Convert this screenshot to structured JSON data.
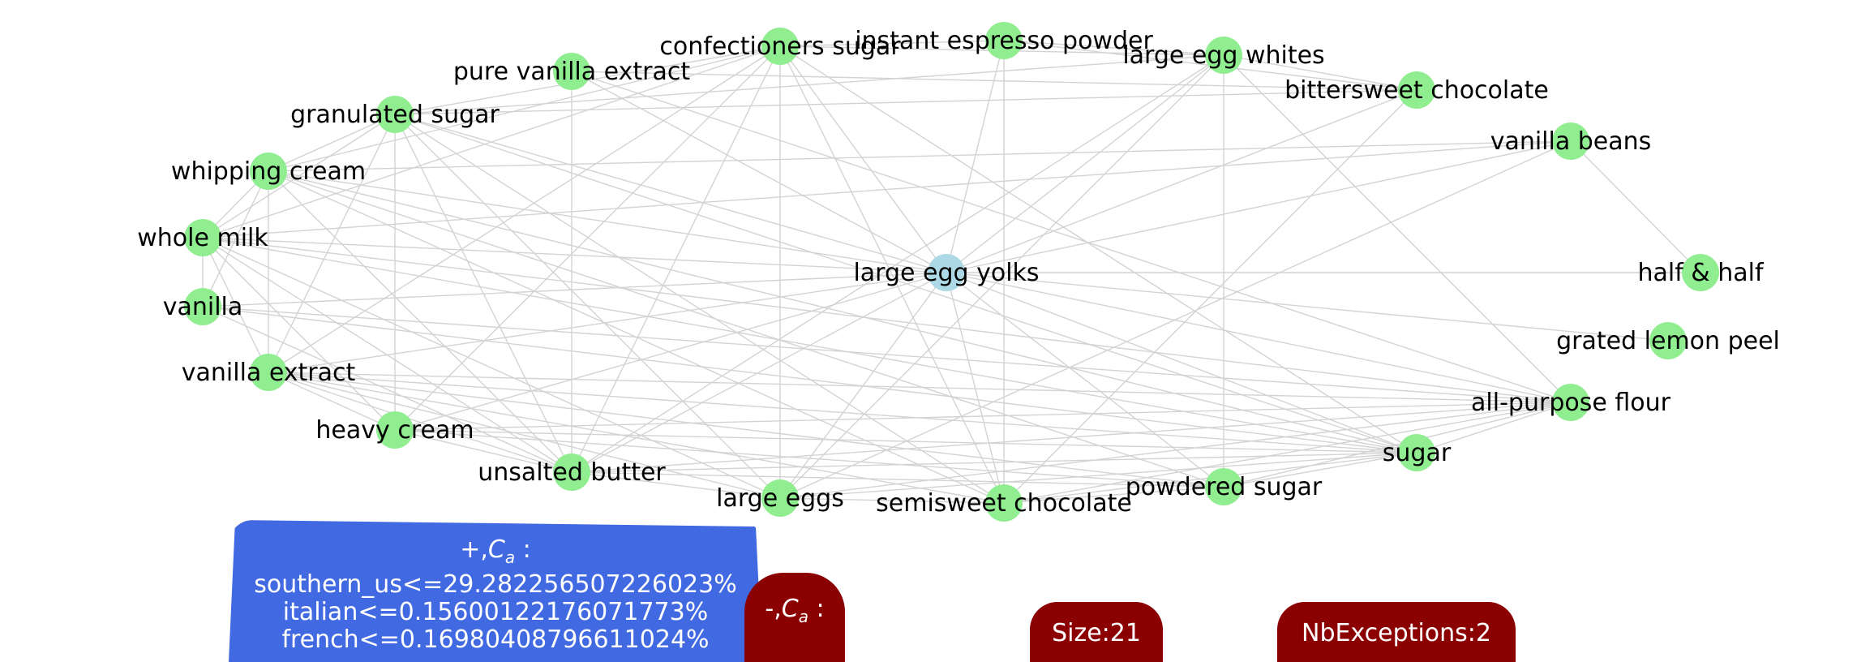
{
  "graph": {
    "colors": {
      "center_node": "#add8e6",
      "node": "#90ee90",
      "edge": "#d3d3d3"
    },
    "nodes": [
      {
        "id": "large egg yolks",
        "label": "large egg yolks",
        "center": true
      },
      {
        "id": "confectioners sugar",
        "label": "confectioners sugar"
      },
      {
        "id": "instant espresso powder",
        "label": "instant espresso powder"
      },
      {
        "id": "large egg whites",
        "label": "large egg whites"
      },
      {
        "id": "pure vanilla extract",
        "label": "pure vanilla extract"
      },
      {
        "id": "bittersweet chocolate",
        "label": "bittersweet chocolate"
      },
      {
        "id": "granulated sugar",
        "label": "granulated sugar"
      },
      {
        "id": "vanilla beans",
        "label": "vanilla beans"
      },
      {
        "id": "whipping cream",
        "label": "whipping cream"
      },
      {
        "id": "whole milk",
        "label": "whole milk"
      },
      {
        "id": "half & half",
        "label": "half & half"
      },
      {
        "id": "vanilla",
        "label": "vanilla"
      },
      {
        "id": "grated lemon peel",
        "label": "grated lemon peel"
      },
      {
        "id": "vanilla extract",
        "label": "vanilla extract"
      },
      {
        "id": "all-purpose flour",
        "label": "all-purpose flour"
      },
      {
        "id": "heavy cream",
        "label": "heavy cream"
      },
      {
        "id": "sugar",
        "label": "sugar"
      },
      {
        "id": "unsalted butter",
        "label": "unsalted butter"
      },
      {
        "id": "large eggs",
        "label": "large eggs"
      },
      {
        "id": "semisweet chocolate",
        "label": "semisweet chocolate"
      },
      {
        "id": "powdered sugar",
        "label": "powdered sugar"
      }
    ],
    "edges": [
      [
        "large egg yolks",
        "confectioners sugar"
      ],
      [
        "large egg yolks",
        "instant espresso powder"
      ],
      [
        "large egg yolks",
        "large egg whites"
      ],
      [
        "large egg yolks",
        "pure vanilla extract"
      ],
      [
        "large egg yolks",
        "bittersweet chocolate"
      ],
      [
        "large egg yolks",
        "granulated sugar"
      ],
      [
        "large egg yolks",
        "vanilla beans"
      ],
      [
        "large egg yolks",
        "whipping cream"
      ],
      [
        "large egg yolks",
        "whole milk"
      ],
      [
        "large egg yolks",
        "half & half"
      ],
      [
        "large egg yolks",
        "vanilla"
      ],
      [
        "large egg yolks",
        "grated lemon peel"
      ],
      [
        "large egg yolks",
        "vanilla extract"
      ],
      [
        "large egg yolks",
        "all-purpose flour"
      ],
      [
        "large egg yolks",
        "heavy cream"
      ],
      [
        "large egg yolks",
        "sugar"
      ],
      [
        "large egg yolks",
        "unsalted butter"
      ],
      [
        "large egg yolks",
        "large eggs"
      ],
      [
        "large egg yolks",
        "semisweet chocolate"
      ],
      [
        "large egg yolks",
        "powdered sugar"
      ],
      [
        "confectioners sugar",
        "instant espresso powder"
      ],
      [
        "confectioners sugar",
        "large egg whites"
      ],
      [
        "confectioners sugar",
        "granulated sugar"
      ],
      [
        "confectioners sugar",
        "whipping cream"
      ],
      [
        "confectioners sugar",
        "large eggs"
      ],
      [
        "confectioners sugar",
        "unsalted butter"
      ],
      [
        "confectioners sugar",
        "semisweet chocolate"
      ],
      [
        "confectioners sugar",
        "vanilla extract"
      ],
      [
        "confectioners sugar",
        "heavy cream"
      ],
      [
        "confectioners sugar",
        "sugar"
      ],
      [
        "confectioners sugar",
        "whole milk"
      ],
      [
        "instant espresso powder",
        "bittersweet chocolate"
      ],
      [
        "instant espresso powder",
        "semisweet chocolate"
      ],
      [
        "instant espresso powder",
        "large egg whites"
      ],
      [
        "large egg whites",
        "granulated sugar"
      ],
      [
        "large egg whites",
        "powdered sugar"
      ],
      [
        "large egg whites",
        "all-purpose flour"
      ],
      [
        "large egg whites",
        "large eggs"
      ],
      [
        "large egg whites",
        "unsalted butter"
      ],
      [
        "pure vanilla extract",
        "bittersweet chocolate"
      ],
      [
        "pure vanilla extract",
        "unsalted butter"
      ],
      [
        "pure vanilla extract",
        "all-purpose flour"
      ],
      [
        "granulated sugar",
        "bittersweet chocolate"
      ],
      [
        "granulated sugar",
        "whipping cream"
      ],
      [
        "granulated sugar",
        "whole milk"
      ],
      [
        "granulated sugar",
        "vanilla extract"
      ],
      [
        "granulated sugar",
        "heavy cream"
      ],
      [
        "granulated sugar",
        "unsalted butter"
      ],
      [
        "granulated sugar",
        "large eggs"
      ],
      [
        "granulated sugar",
        "semisweet chocolate"
      ],
      [
        "granulated sugar",
        "sugar"
      ],
      [
        "vanilla beans",
        "half & half"
      ],
      [
        "vanilla beans",
        "whipping cream"
      ],
      [
        "vanilla beans",
        "whole milk"
      ],
      [
        "vanilla beans",
        "large eggs"
      ],
      [
        "whipping cream",
        "whole milk"
      ],
      [
        "whipping cream",
        "vanilla"
      ],
      [
        "whipping cream",
        "vanilla extract"
      ],
      [
        "whipping cream",
        "unsalted butter"
      ],
      [
        "whipping cream",
        "semisweet chocolate"
      ],
      [
        "whipping cream",
        "sugar"
      ],
      [
        "whipping cream",
        "powdered sugar"
      ],
      [
        "whole milk",
        "vanilla"
      ],
      [
        "whole milk",
        "vanilla extract"
      ],
      [
        "whole milk",
        "heavy cream"
      ],
      [
        "whole milk",
        "unsalted butter"
      ],
      [
        "whole milk",
        "large eggs"
      ],
      [
        "whole milk",
        "all-purpose flour"
      ],
      [
        "whole milk",
        "sugar"
      ],
      [
        "vanilla",
        "unsalted butter"
      ],
      [
        "vanilla",
        "all-purpose flour"
      ],
      [
        "vanilla",
        "sugar"
      ],
      [
        "vanilla extract",
        "heavy cream"
      ],
      [
        "vanilla extract",
        "unsalted butter"
      ],
      [
        "vanilla extract",
        "large eggs"
      ],
      [
        "vanilla extract",
        "semisweet chocolate"
      ],
      [
        "vanilla extract",
        "powdered sugar"
      ],
      [
        "vanilla extract",
        "all-purpose flour"
      ],
      [
        "vanilla extract",
        "sugar"
      ],
      [
        "heavy cream",
        "unsalted butter"
      ],
      [
        "heavy cream",
        "all-purpose flour"
      ],
      [
        "heavy cream",
        "sugar"
      ],
      [
        "heavy cream",
        "powdered sugar"
      ],
      [
        "unsalted butter",
        "large eggs"
      ],
      [
        "unsalted butter",
        "all-purpose flour"
      ],
      [
        "unsalted butter",
        "sugar"
      ],
      [
        "unsalted butter",
        "powdered sugar"
      ],
      [
        "large eggs",
        "semisweet chocolate"
      ],
      [
        "large eggs",
        "all-purpose flour"
      ],
      [
        "large eggs",
        "sugar"
      ],
      [
        "semisweet chocolate",
        "powdered sugar"
      ],
      [
        "semisweet chocolate",
        "all-purpose flour"
      ],
      [
        "semisweet chocolate",
        "sugar"
      ],
      [
        "powdered sugar",
        "sugar"
      ],
      [
        "powdered sugar",
        "all-purpose flour"
      ],
      [
        "sugar",
        "all-purpose flour"
      ],
      [
        "bittersweet chocolate",
        "large egg whites"
      ],
      [
        "bittersweet chocolate",
        "semisweet chocolate"
      ]
    ]
  },
  "positive_box": {
    "title_prefix": "+,",
    "title_symbol": "C",
    "title_subscript": "a",
    "title_suffix": " :",
    "lines": [
      "southern_us<=29.282256507226023%",
      "italian<=0.15600122176071773%",
      "french<=0.16980408796611024%"
    ]
  },
  "negative_box": {
    "title_prefix": "-,",
    "title_symbol": "C",
    "title_subscript": "a",
    "title_suffix": " :"
  },
  "size_box": {
    "label": "Size:21"
  },
  "exceptions_box": {
    "label": "NbExceptions:2"
  }
}
